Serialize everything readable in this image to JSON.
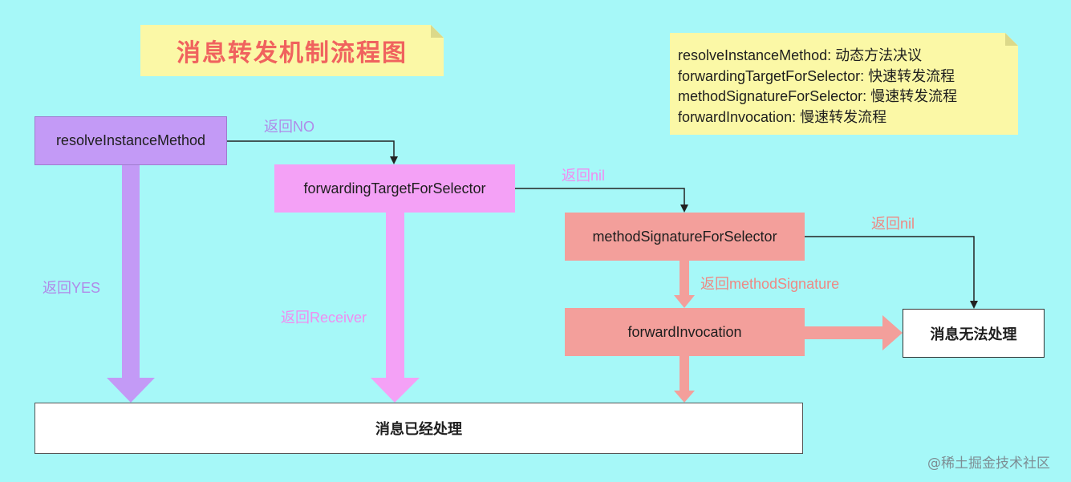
{
  "title": "消息转发机制流程图",
  "legend": [
    "resolveInstanceMethod: 动态方法决议",
    "forwardingTargetForSelector: 快速转发流程",
    "methodSignatureForSelector: 慢速转发流程",
    "forwardInvocation: 慢速转发流程"
  ],
  "nodes": {
    "resolve": "resolveInstanceMethod",
    "forwarding": "forwardingTargetForSelector",
    "signature": "methodSignatureForSelector",
    "invocation": "forwardInvocation",
    "unhandled": "消息无法处理",
    "handled": "消息已经处理"
  },
  "edge_labels": {
    "resolve_to_forwarding": "返回NO",
    "forwarding_to_signature": "返回nil",
    "signature_to_unhandled": "返回nil",
    "resolve_to_handled": "返回YES",
    "forwarding_to_handled": "返回Receiver",
    "signature_to_invocation": "返回methodSignature"
  },
  "watermark": "@稀土掘金技术社区",
  "colors": {
    "background": "#a6f8f8",
    "note": "#fbf8a6",
    "title": "#f0625e",
    "resolve": "#c39af6",
    "forwarding": "#f4a1f6",
    "signature": "#f39f9b",
    "connector": "#222222"
  }
}
